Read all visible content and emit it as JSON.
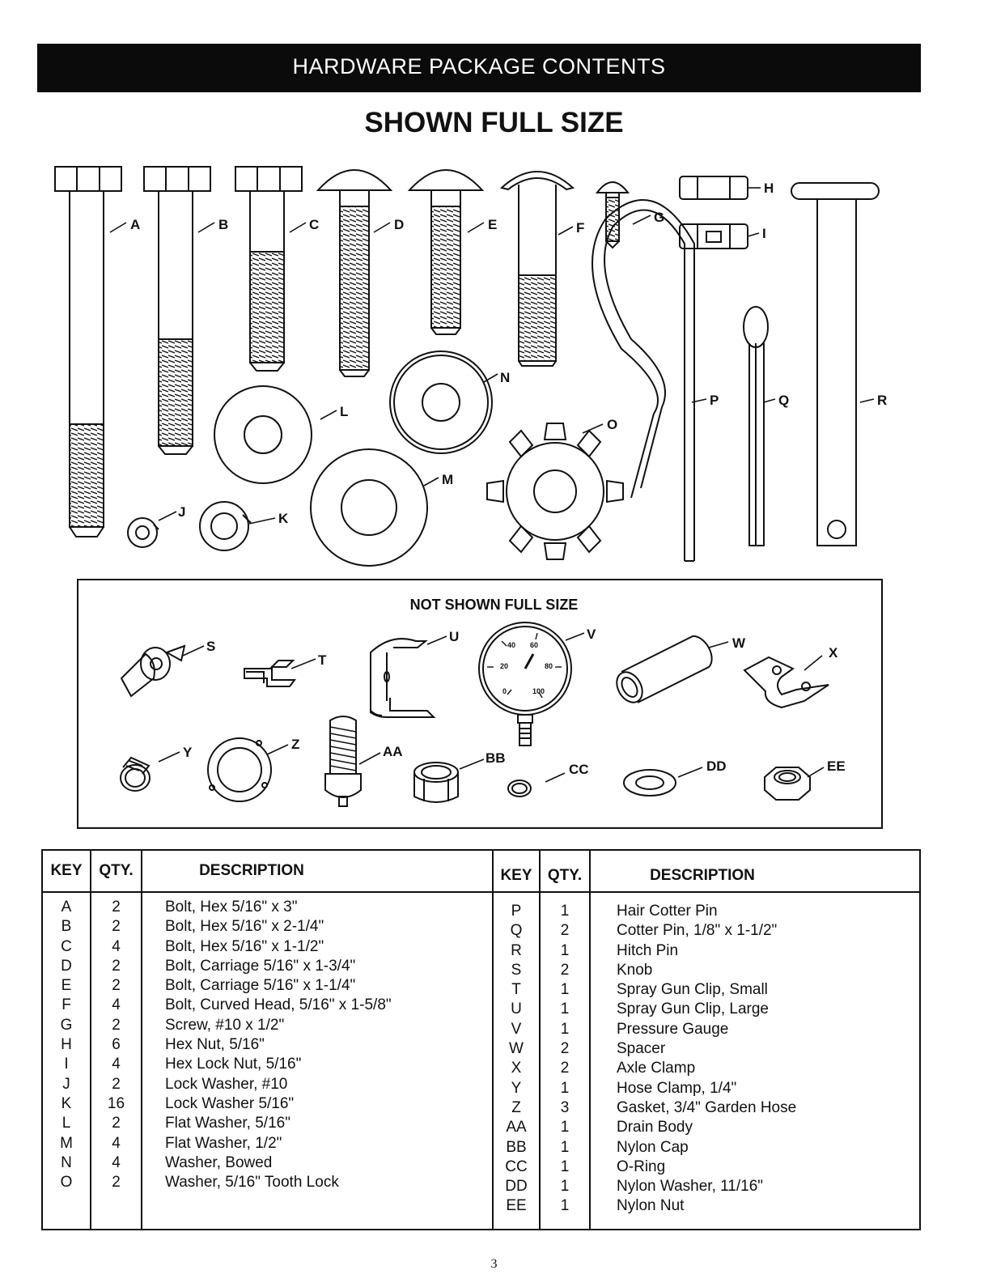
{
  "header": {
    "title": "HARDWARE PACKAGE CONTENTS",
    "subtitle": "SHOWN FULL SIZE"
  },
  "callouts_full": {
    "A": "A",
    "B": "B",
    "C": "C",
    "D": "D",
    "E": "E",
    "F": "F",
    "G": "G",
    "H": "H",
    "I": "I",
    "J": "J",
    "K": "K",
    "L": "L",
    "M": "M",
    "N": "N",
    "O": "O",
    "P": "P",
    "Q": "Q",
    "R": "R"
  },
  "not_shown": {
    "title": "NOT SHOWN FULL SIZE",
    "callouts": {
      "S": "S",
      "T": "T",
      "U": "U",
      "V": "V",
      "W": "W",
      "X": "X",
      "Y": "Y",
      "Z": "Z",
      "AA": "AA",
      "BB": "BB",
      "CC": "CC",
      "DD": "DD",
      "EE": "EE"
    },
    "gauge": {
      "t20": "20",
      "t40": "40",
      "t60": "60",
      "t80": "80",
      "t0": "0",
      "t100": "100"
    }
  },
  "parts_table": {
    "headers": {
      "key": "KEY",
      "qty": "QTY.",
      "description": "DESCRIPTION"
    },
    "left": {
      "keys": [
        "A",
        "B",
        "C",
        "D",
        "E",
        "F",
        "G",
        "H",
        "I",
        "J",
        "K",
        "L",
        "M",
        "N",
        "O"
      ],
      "qtys": [
        "2",
        "2",
        "4",
        "2",
        "2",
        "4",
        "2",
        "6",
        "4",
        "2",
        "16",
        "2",
        "4",
        "4",
        "2"
      ],
      "descriptions": [
        "Bolt, Hex 5/16\" x 3\"",
        "Bolt, Hex 5/16\" x 2-1/4\"",
        "Bolt, Hex 5/16\" x 1-1/2\"",
        "Bolt, Carriage 5/16\" x 1-3/4\"",
        "Bolt, Carriage 5/16\" x 1-1/4\"",
        "Bolt, Curved Head, 5/16\" x 1-5/8\"",
        "Screw, #10 x 1/2\"",
        "Hex Nut, 5/16\"",
        "Hex Lock Nut, 5/16\"",
        "Lock Washer, #10",
        "Lock Washer 5/16\"",
        "Flat Washer, 5/16\"",
        "Flat Washer, 1/2\"",
        "Washer, Bowed",
        "Washer, 5/16\" Tooth Lock"
      ]
    },
    "right": {
      "keys": [
        "P",
        "Q",
        "R",
        "S",
        "T",
        "U",
        "V",
        "W",
        "X",
        "Y",
        "Z",
        "AA",
        "BB",
        "CC",
        "DD",
        "EE"
      ],
      "qtys": [
        "1",
        "2",
        "1",
        "2",
        "1",
        "1",
        "1",
        "2",
        "2",
        "1",
        "3",
        "1",
        "1",
        "1",
        "1",
        "1"
      ],
      "descriptions": [
        "Hair Cotter Pin",
        "Cotter Pin,  1/8\" x 1-1/2\"",
        "Hitch Pin",
        "Knob",
        "Spray Gun Clip, Small",
        "Spray Gun Clip, Large",
        "Pressure Gauge",
        "Spacer",
        "Axle Clamp",
        "Hose Clamp, 1/4\"",
        "Gasket, 3/4\" Garden Hose",
        "Drain Body",
        "Nylon Cap",
        "O-Ring",
        "Nylon Washer, 11/16\"",
        "Nylon Nut"
      ]
    }
  },
  "footer": {
    "page_number": "3"
  }
}
